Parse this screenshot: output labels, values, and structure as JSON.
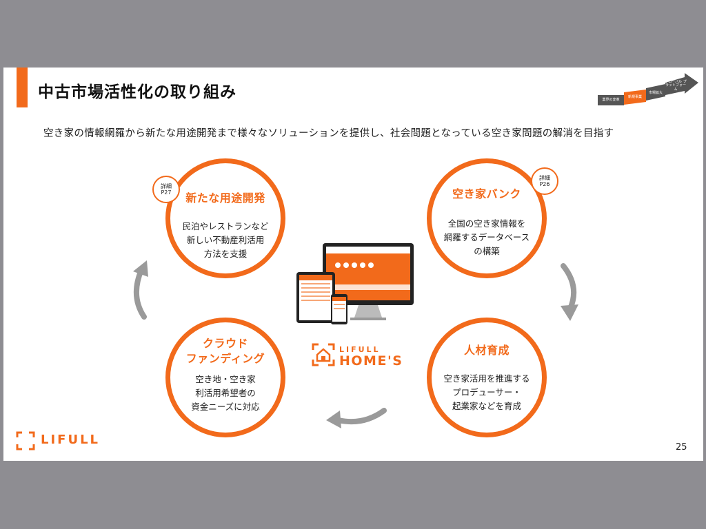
{
  "slide": {
    "title": "中古市場活性化の取り組み",
    "subtitle": "空き家の情報網羅から新たな用途開発まで様々なソリューションを提供し、社会問題となっている空き家問題の解消を目指す",
    "page_number": "25"
  },
  "step_arrow": {
    "steps": [
      "業界の変革",
      "新規事業",
      "市場拡大",
      "グローバル プラットフォーム"
    ]
  },
  "circles": {
    "new_use": {
      "title": "新たな用途開発",
      "body": [
        "民泊やレストランなど",
        "新しい不動産利活用",
        "方法を支援"
      ]
    },
    "vacant_bank": {
      "title": "空き家バンク",
      "body": [
        "全国の空き家情報を",
        "網羅するデータベース",
        "の構築"
      ]
    },
    "talent": {
      "title": "人材育成",
      "body": [
        "空き家活用を推進する",
        "プロデューサー・",
        "起業家などを育成"
      ]
    },
    "crowdfunding": {
      "title": [
        "クラウド",
        "ファンディング"
      ],
      "body": [
        "空き地・空き家",
        "利活用希望者の",
        "資金ニーズに対応"
      ]
    }
  },
  "badges": {
    "new_use": {
      "line1": "詳細",
      "line2": "P27"
    },
    "vacant_bank": {
      "line1": "詳細",
      "line2": "P26"
    }
  },
  "logos": {
    "homes_small": "LIFULL",
    "homes_big": "HOME'S",
    "lifull": "LIFULL"
  },
  "colors": {
    "accent": "#f26a1b",
    "arrow_gray": "#9a9a9a",
    "background_outer": "#8e8d92"
  }
}
